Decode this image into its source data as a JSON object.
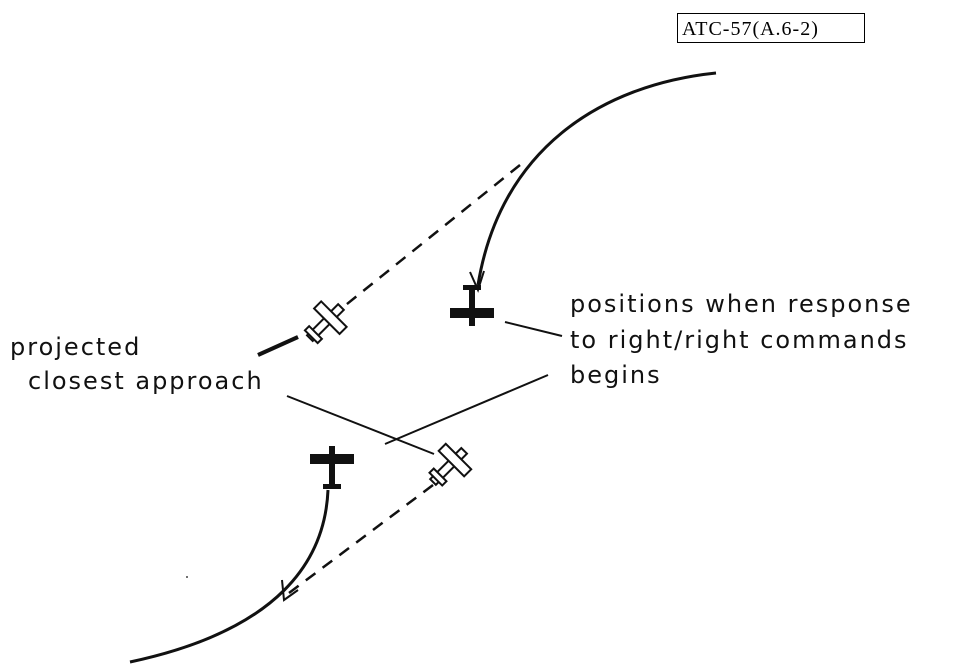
{
  "document_id": "ATC-57(A.6-2)",
  "labels": {
    "projected_line1": "projected",
    "projected_line2": "closest approach",
    "positions_line1": "positions when response",
    "positions_line2": "to right/right commands",
    "positions_line3": "begins"
  },
  "colors": {
    "ink": "#111111",
    "background": "#ffffff"
  },
  "icons": {
    "aircraft_filled": "solid-airplane-icon",
    "aircraft_outline": "outline-airplane-icon"
  }
}
